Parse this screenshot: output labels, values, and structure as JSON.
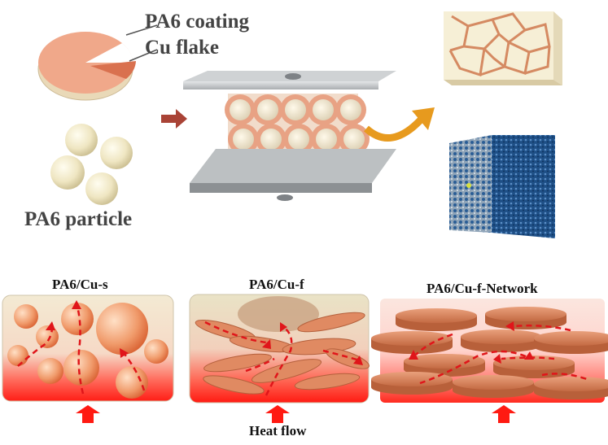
{
  "labels": {
    "pa6_coating": "PA6 coating",
    "cu_flake": "Cu flake",
    "pa6_particle": "PA6 particle",
    "panel_cu_s": "PA6/Cu-s",
    "panel_cu_f": "PA6/Cu-f",
    "panel_cu_f_network": "PA6/Cu-f-Network",
    "heat_flow": "Heat flow"
  },
  "colors": {
    "coating": "#e9a183",
    "flake": "#d9714f",
    "particle": "#f1ebc8",
    "plate": "#b8bcbf",
    "network_cell": "#f6efd6",
    "network_line": "#d58a62",
    "sim_blue": "#1e4f86",
    "heat_red": "#ff2a1f",
    "flow_arrow": "#ff2200",
    "process_arrow": "#a94336",
    "curved_arrow": "#e79a1e"
  }
}
